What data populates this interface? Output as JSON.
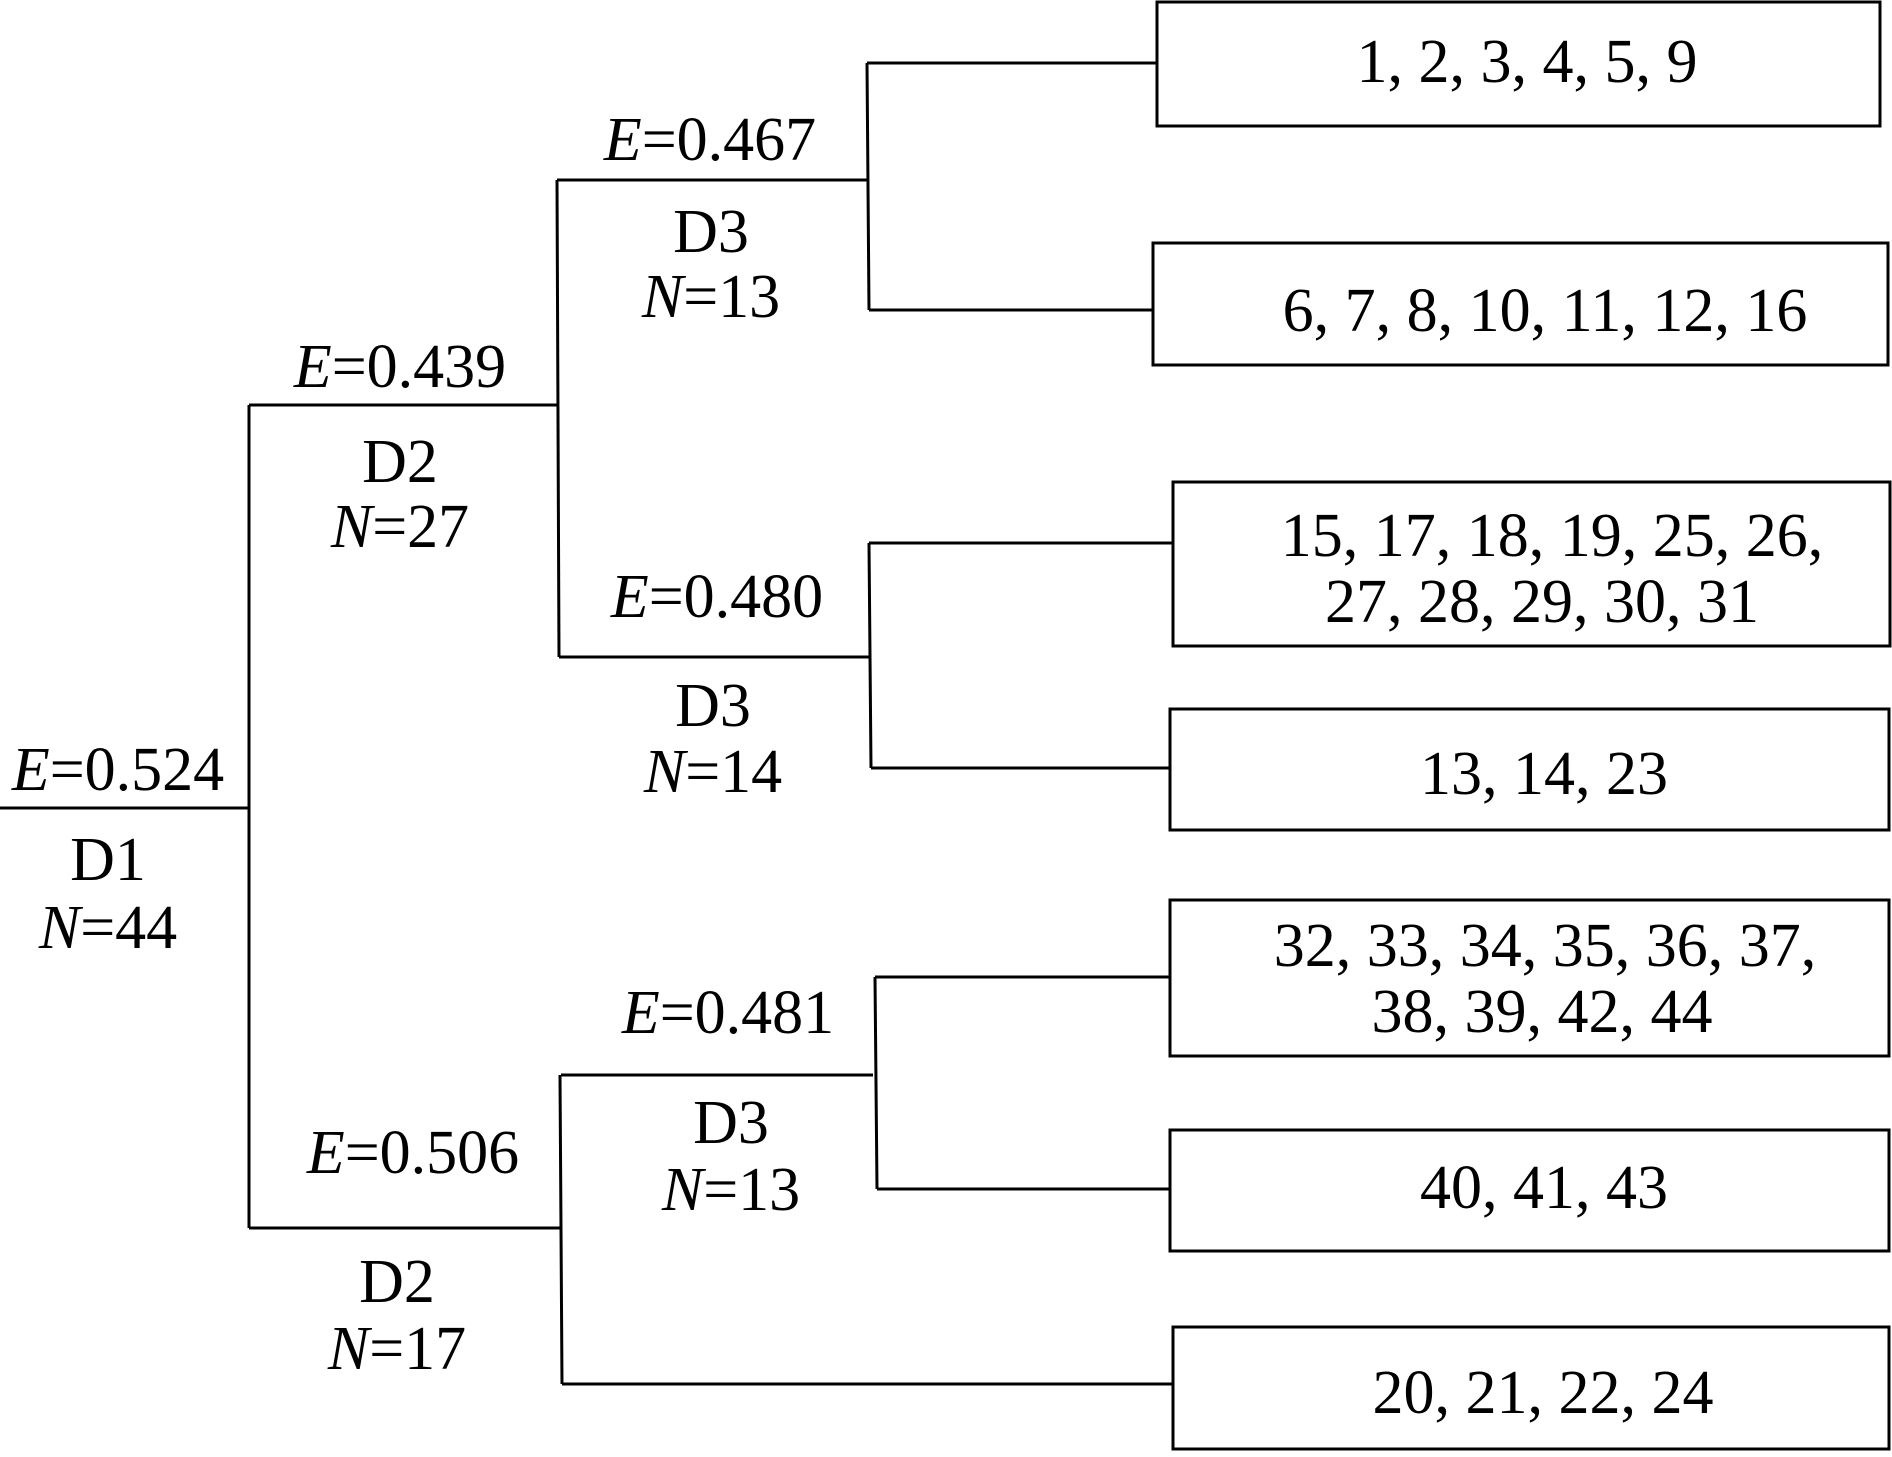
{
  "colors": {
    "line": "#000000",
    "background": "#ffffff",
    "text": "#000000"
  },
  "nodes": {
    "d1": {
      "e_symbol": "E",
      "e_value": "=0.524",
      "name": "D1",
      "n_symbol": "N",
      "n_value": "=44"
    },
    "d2a": {
      "e_symbol": "E",
      "e_value": "=0.439",
      "name": "D2",
      "n_symbol": "N",
      "n_value": "=27"
    },
    "d2b": {
      "e_symbol": "E",
      "e_value": "=0.506",
      "name": "D2",
      "n_symbol": "N",
      "n_value": "=17"
    },
    "d3a": {
      "e_symbol": "E",
      "e_value": "=0.467",
      "name": "D3",
      "n_symbol": "N",
      "n_value": "=13"
    },
    "d3b": {
      "e_symbol": "E",
      "e_value": "=0.480",
      "name": "D3",
      "n_symbol": "N",
      "n_value": "=14"
    },
    "d3c": {
      "e_symbol": "E",
      "e_value": "=0.481",
      "name": "D3",
      "n_symbol": "N",
      "n_value": "=13"
    }
  },
  "leaves": [
    {
      "lines": [
        "1, 2, 3, 4, 5, 9"
      ]
    },
    {
      "lines": [
        "6, 7, 8, 10, 11, 12, 16"
      ]
    },
    {
      "lines": [
        "15, 17, 18, 19, 25, 26,",
        "27, 28, 29, 30, 31"
      ]
    },
    {
      "lines": [
        "13, 14, 23"
      ]
    },
    {
      "lines": [
        "32, 33, 34, 35, 36, 37,",
        "38, 39, 42, 44"
      ]
    },
    {
      "lines": [
        "40, 41, 43"
      ]
    },
    {
      "lines": [
        "20, 21, 22, 24"
      ]
    }
  ]
}
